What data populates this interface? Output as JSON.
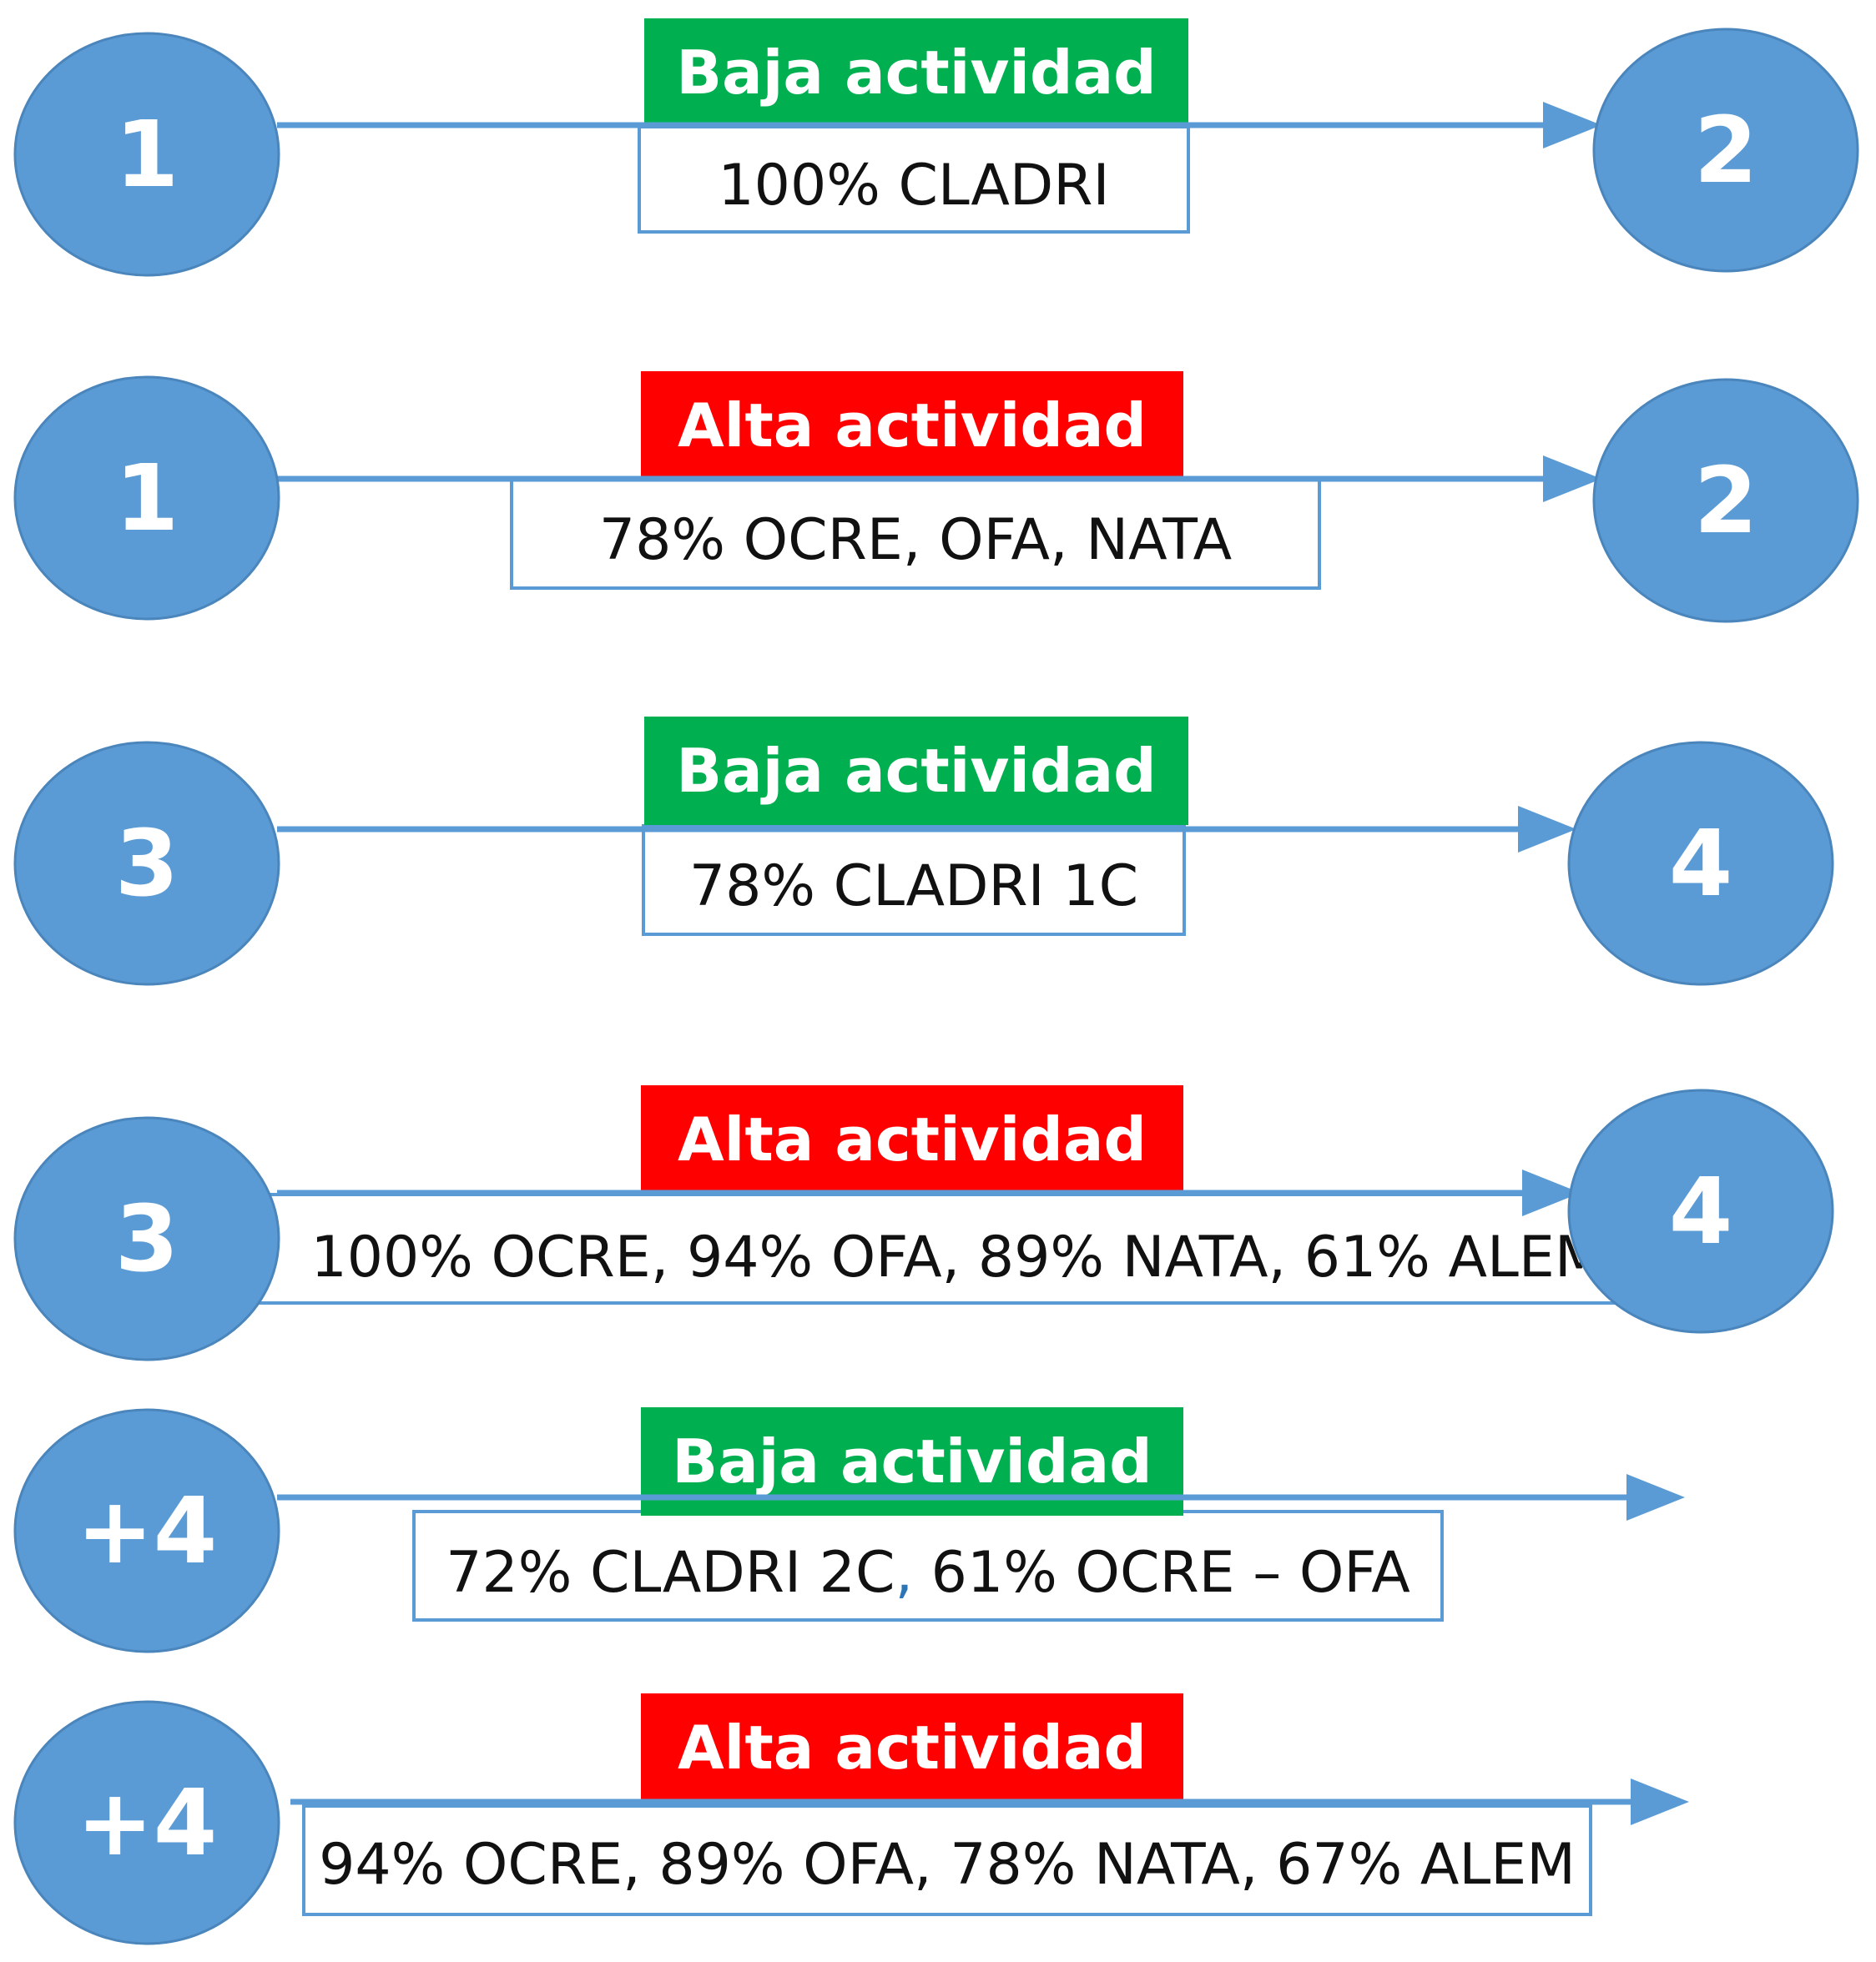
{
  "colors": {
    "node": "#5b9bd5",
    "arrow": "#5b9bd5",
    "low": "#00b050",
    "high": "#ff0000",
    "box_border": "#5b9bd5"
  },
  "rows": [
    {
      "from": "1",
      "to": "2",
      "activity": "Baja actividad",
      "level": "low",
      "detail": [
        "100% CLADRI"
      ]
    },
    {
      "from": "1",
      "to": "2",
      "activity": "Alta actividad",
      "level": "high",
      "detail": [
        "78% OCRE, OFA, NATA"
      ]
    },
    {
      "from": "3",
      "to": "4",
      "activity": "Baja actividad",
      "level": "low",
      "detail": [
        "78% CLADRI 1C"
      ]
    },
    {
      "from": "3",
      "to": "4",
      "activity": "Alta actividad",
      "level": "high",
      "detail": [
        "100% OCRE, 94% OFA, 89% NATA, 61% ALEM"
      ]
    },
    {
      "from": "+4",
      "to": "",
      "activity": "Baja actividad",
      "level": "low",
      "detail": [
        "72% CLADRI 2C",
        ",",
        " 61% OCRE – OFA"
      ]
    },
    {
      "from": "+4",
      "to": "",
      "activity": "Alta actividad",
      "level": "high",
      "detail": [
        "94% OCRE, 89% OFA, 78% NATA, 67% ALEM"
      ]
    }
  ]
}
